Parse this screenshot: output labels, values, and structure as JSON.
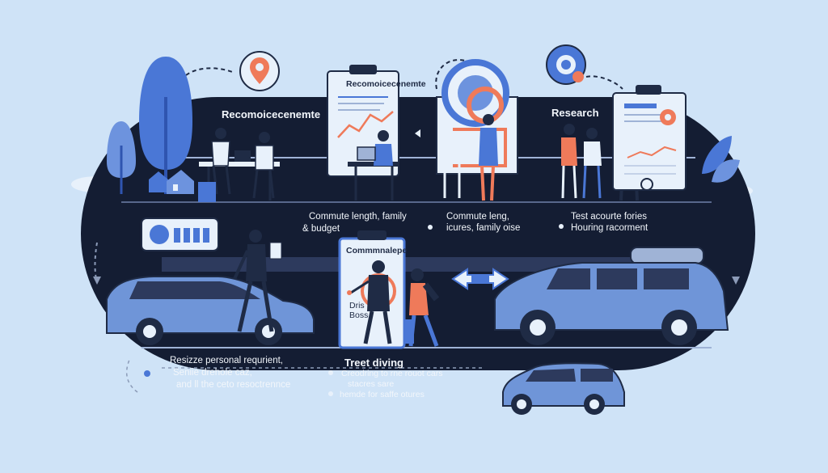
{
  "headings": {
    "top_left": "Recomoicecenemte",
    "research": "Research",
    "middle_bottom": "Treet diving"
  },
  "card_labels": {
    "doc_top": "Recomoicecenemte",
    "doc_middle": "Commmnalepe",
    "doc_middle_line1": "Dris",
    "doc_middle_line2": "Boss"
  },
  "middle_row": {
    "item1_line1": "Commute length, family",
    "item1_line2": "& budget",
    "item2_line1": "Commute leng,",
    "item2_line2": "icures, family oise",
    "item3_line1": "Test acourte fories",
    "item3_line2": "Houring racorment"
  },
  "bottom_left": {
    "line1": "Resizze personal requrient,",
    "line2": "Seniie drehole caz,",
    "line3": "and ll the ceto resoctrennce"
  },
  "bottom_middle": {
    "line1": "Creodring to rne rouot cars",
    "line2": "stacres sare",
    "line3": "hemde for saffe otures"
  },
  "colors": {
    "background": "#cfe3f7",
    "track": "#141d33",
    "accent_blue": "#4a77d6",
    "accent_orange": "#ef7a5a",
    "car_blue": "#6f95d8"
  }
}
